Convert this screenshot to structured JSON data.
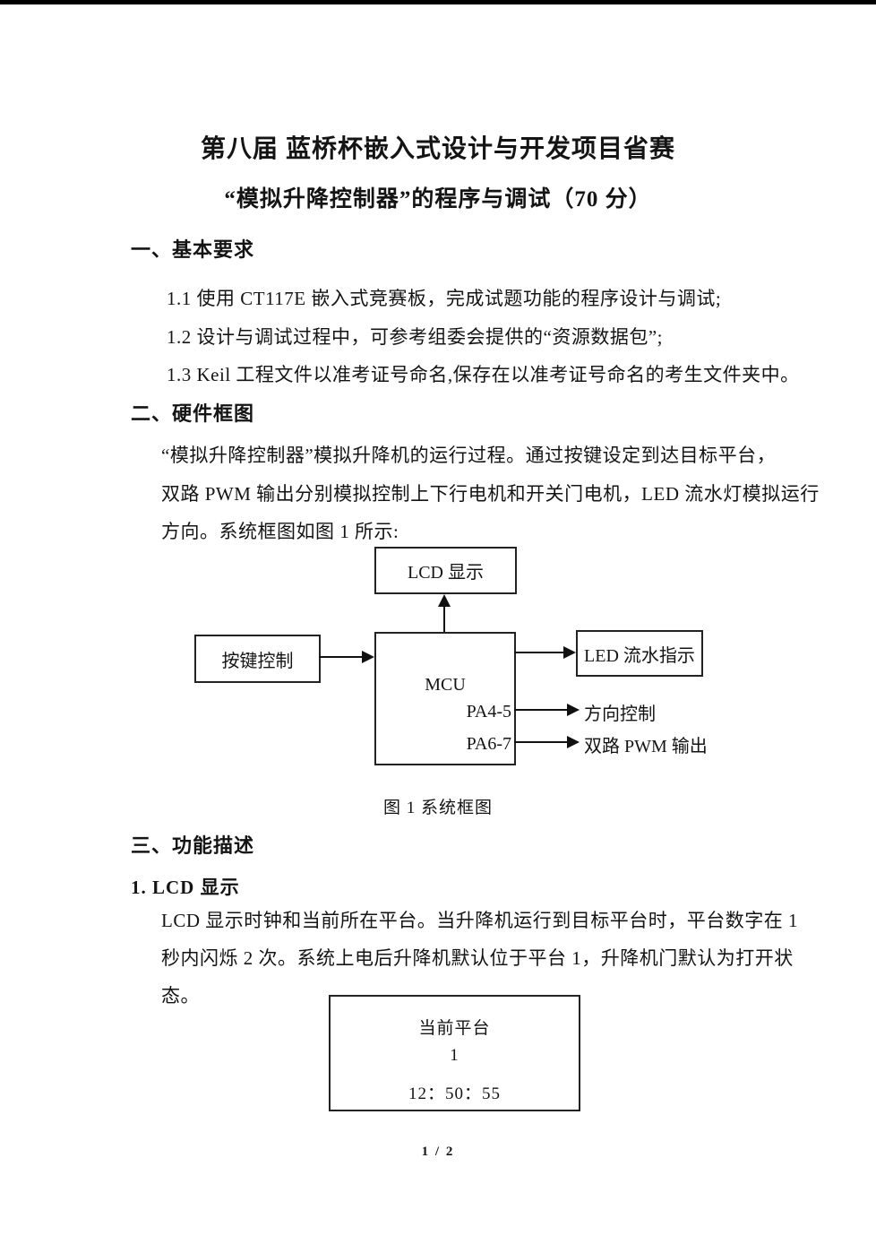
{
  "palette": {
    "ink": "#141414",
    "paper": "#ffffff",
    "top_bar": "#000000"
  },
  "doc": {
    "title": "第八届 蓝桥杯嵌入式设计与开发项目省赛",
    "subtitle": "“模拟升降控制器”的程序与调试（70 分）",
    "page_number": "1 / 2"
  },
  "section1": {
    "heading": "一、基本要求",
    "items": [
      "1.1 使用 CT117E 嵌入式竞赛板，完成试题功能的程序设计与调试;",
      "1.2 设计与调试过程中，可参考组委会提供的“资源数据包”;",
      "1.3 Keil 工程文件以准考证号命名,保存在以准考证号命名的考生文件夹中。"
    ]
  },
  "section2": {
    "heading": "二、硬件框图",
    "para_lines": [
      "“模拟升降控制器”模拟升降机的运行过程。通过按键设定到达目标平台，",
      "双路 PWM 输出分别模拟控制上下行电机和开关门电机，LED 流水灯模拟运行",
      "方向。系统框图如图 1 所示:"
    ],
    "figure_caption": "图 1 系统框图"
  },
  "diagram": {
    "lcd_box": "LCD 显示",
    "keys_box": "按键控制",
    "mcu_label": "MCU",
    "mcu_pin1": "PA4-5",
    "mcu_pin2": "PA6-7",
    "led_box": "LED 流水指示",
    "out1_label": "方向控制",
    "out2_label": "双路 PWM 输出"
  },
  "section3": {
    "heading": "三、功能描述",
    "sub1_heading": "1. LCD 显示",
    "para_lines": [
      "LCD 显示时钟和当前所在平台。当升降机运行到目标平台时，平台数字在 1",
      "秒内闪烁 2 次。系统上电后升降机默认位于平台 1，升降机门默认为打开状",
      "态。"
    ],
    "lcd_screen": {
      "line1": "当前平台",
      "line2": "1",
      "line3": "12：50：55"
    }
  }
}
